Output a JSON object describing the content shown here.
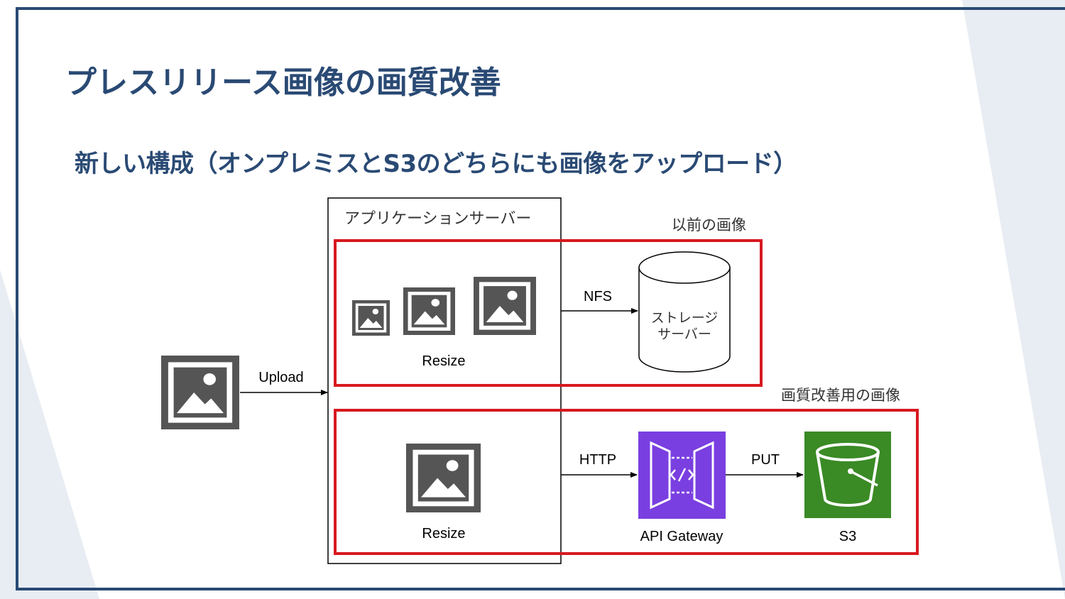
{
  "slide": {
    "title": "プレスリリース画像の画質改善",
    "subtitle": "新しい構成（オンプレミスとS3のどちらにも画像をアップロード）"
  },
  "diagram": {
    "nodes": {
      "app_server": "アプリケーションサーバー",
      "storage_line1": "ストレージ",
      "storage_line2": "サーバー",
      "api_gateway": "API Gateway",
      "s3": "S3",
      "resize_top": "Resize",
      "resize_bottom": "Resize"
    },
    "groups": {
      "old_images": "以前の画像",
      "quality_images": "画質改善用の画像"
    },
    "edges": {
      "upload": "Upload",
      "nfs": "NFS",
      "http": "HTTP",
      "put": "PUT"
    },
    "colors": {
      "frame": "#2a4a74",
      "group_border": "#d7191f",
      "api_gateway": "#7a3fe0",
      "s3": "#3a8a25",
      "image_icon": "#555555"
    },
    "icons": [
      "image-icon",
      "database-icon",
      "api-gateway-icon",
      "s3-bucket-icon"
    ]
  }
}
